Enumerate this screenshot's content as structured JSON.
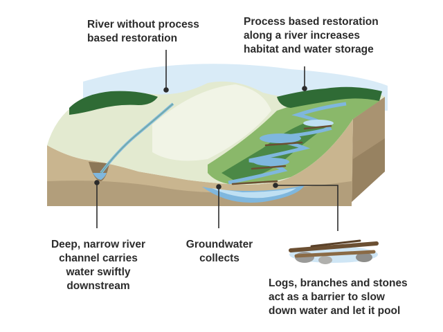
{
  "labels": {
    "river_without": {
      "lines": [
        "River without process",
        "based restoration"
      ]
    },
    "process_based": {
      "lines": [
        "Process based restoration",
        "along a river increases",
        "habitat and water storage"
      ]
    },
    "deep_channel": {
      "lines": [
        "Deep, narrow river",
        "channel carries",
        "water swiftly",
        "downstream"
      ]
    },
    "groundwater": {
      "lines": [
        "Groundwater",
        "collects"
      ]
    },
    "logs": {
      "lines": [
        "Logs, branches and stones",
        "act as a barrier to slow",
        "down water and let it pool"
      ]
    }
  },
  "colors": {
    "sky": "#cfe6f5",
    "grass_light": "#e3ead0",
    "grass_green": "#5e9a4a",
    "forest_dark": "#2f6b35",
    "soil_top": "#c9b58f",
    "soil_side": "#a99371",
    "soil_dark": "#8c7757",
    "water": "#7fb7de",
    "water_light": "#bfe0f3",
    "log_brown": "#6b4f32",
    "leader": "#2b2b2b"
  }
}
